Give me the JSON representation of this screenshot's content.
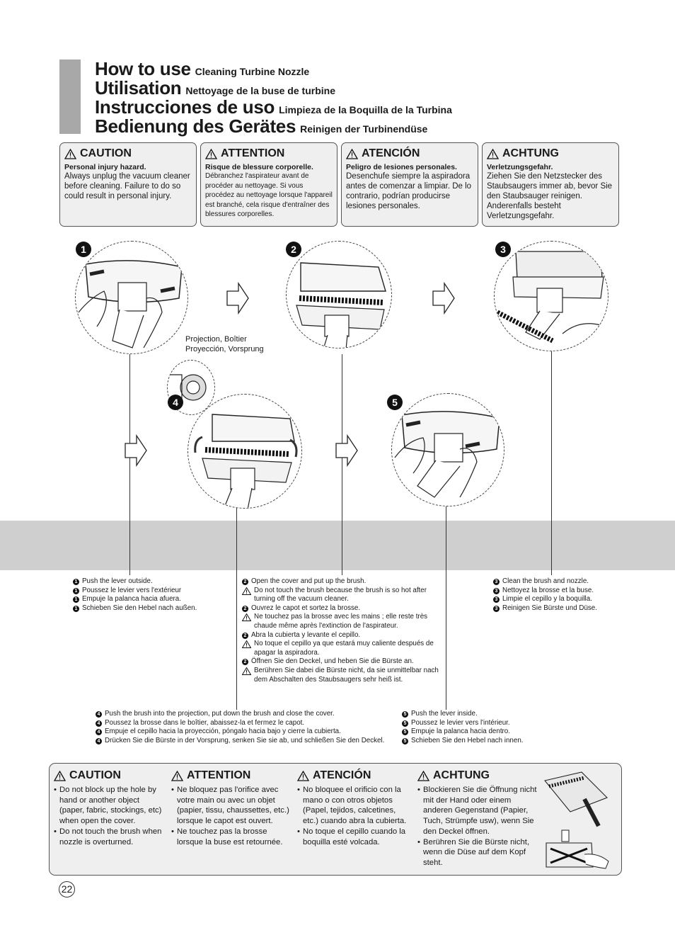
{
  "titles": [
    {
      "big": "How to use",
      "small": "Cleaning Turbine Nozzle"
    },
    {
      "big": "Utilisation",
      "small": "Nettoyage de la buse de turbine"
    },
    {
      "big": "Instrucciones de uso",
      "small": "Limpieza de la Boquilla de la Turbina"
    },
    {
      "big": "Bedienung des Gerätes",
      "small": "Reinigen der Turbinendüse"
    }
  ],
  "warnings": [
    {
      "head": "CAUTION",
      "sub": "Personal injury hazard.",
      "text": "Always unplug the vacuum cleaner before cleaning. Failure to do so could result in personal injury."
    },
    {
      "head": "ATTENTION",
      "sub": "Risque de blessure corporelle.",
      "text": "Débranchez l'aspirateur avant de procéder au nettoyage. Si vous procédez au nettoyage lorsque l'appareil est branché, cela risque d'entraîner des blessures corporelles."
    },
    {
      "head": "ATENCIÓN",
      "sub": "Peligro de lesiones personales.",
      "text": "Desenchufe siempre la aspiradora antes de comenzar a limpiar. De lo contrario, podrían producirse lesiones personales."
    },
    {
      "head": "ACHTUNG",
      "sub": "Verletzungsgefahr.",
      "text": "Ziehen Sie den Netzstecker des Staubsaugers immer ab, bevor Sie den Staubsauger reinigen. Anderenfalls besteht Verletzungsgefahr."
    }
  ],
  "step_numbers": [
    "1",
    "2",
    "3",
    "4",
    "5"
  ],
  "projection_label": [
    "Projection, Boîtier",
    "Proyección, Vorsprung"
  ],
  "step1": [
    "Push the lever outside.",
    "Poussez le levier vers l'extérieur",
    "Empuje la palanca hacia afuera.",
    "Schieben Sie den Hebel nach außen."
  ],
  "step2": [
    {
      "type": "num",
      "text": "Open the cover and put up the brush."
    },
    {
      "type": "warn",
      "text": "Do not touch the brush because the brush is so hot after turning off the vacuum cleaner."
    },
    {
      "type": "num",
      "text": "Ouvrez le capot et sortez la brosse."
    },
    {
      "type": "warn",
      "text": "Ne touchez pas la brosse avec les mains ; elle reste très chaude même après l'extinction de l'aspirateur."
    },
    {
      "type": "num",
      "text": "Abra la cubierta y levante el cepillo."
    },
    {
      "type": "warn",
      "text": "No toque el cepillo ya que estará muy caliente después de apagar la aspiradora."
    },
    {
      "type": "num",
      "text": "Öffnen Sie den Deckel, und heben Sie die Bürste an."
    },
    {
      "type": "warn",
      "text": "Berühren Sie dabei die Bürste nicht, da sie unmittelbar nach dem Abschalten des Staubsaugers sehr heiß ist."
    }
  ],
  "step3": [
    "Clean the brush and nozzle.",
    "Nettoyez la brosse et la buse.",
    "Limpie el cepillo y la boquilla.",
    "Reinigen Sie Bürste und Düse."
  ],
  "step4": [
    "Push the brush into the projection, put down the brush and close the cover.",
    "Poussez la brosse dans le boîtier, abaissez-la et fermez le capot.",
    "Empuje el cepillo hacia la proyección, póngalo hacia bajo y cierre la cubierta.",
    "Drücken Sie die Bürste in der Vorsprung, senken Sie sie ab, und schließen Sie den Deckel."
  ],
  "step5": [
    "Push the lever inside.",
    "Poussez le levier vers l'intérieur.",
    "Empuje la palanca hacia dentro.",
    "Schieben Sie den Hebel nach innen."
  ],
  "bottom_cautions": [
    {
      "head": "CAUTION",
      "items": [
        "Do not block up the hole by hand or another object (paper, fabric, stockings, etc) when open the cover.",
        "Do not touch the brush when nozzle is overturned."
      ]
    },
    {
      "head": "ATTENTION",
      "items": [
        "Ne bloquez pas l'orifice avec votre main ou avec un objet (papier, tissu, chaussettes, etc.) lorsque le capot est ouvert.",
        "Ne touchez pas la brosse lorsque la buse est retournée."
      ]
    },
    {
      "head": "ATENCIÓN",
      "items": [
        "No bloquee el orificio con la mano o con otros objetos (Papel, tejidos, calcetines, etc.) cuando abra la cubierta.",
        "No toque el cepillo cuando la boquilla esté volcada."
      ]
    },
    {
      "head": "ACHTUNG",
      "items": [
        "Blockieren Sie die Öffnung nicht mit der Hand oder einem anderen Gegenstand (Papier, Tuch, Strümpfe usw), wenn Sie den Deckel öffnen.",
        "Berühren Sie die Bürste nicht, wenn die Düse auf dem Kopf steht."
      ]
    }
  ],
  "page_number": "22"
}
